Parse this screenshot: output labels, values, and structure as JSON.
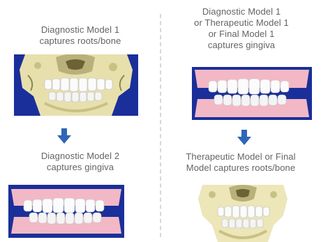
{
  "left": {
    "top_caption": "Diagnostic Model  1\ncaptures roots/bone",
    "bottom_caption": "Diagnostic Model  2\ncaptures gingiva",
    "top_image": "skull-with-teeth-image",
    "bottom_image": "gingiva-dentition-image"
  },
  "right": {
    "top_caption": "Diagnostic Model  1\nor Therapeutic Model 1\nor Final Model  1\ncaptures gingiva",
    "bottom_caption": "Therapeutic Model or Final\nModel captures roots/bone",
    "top_image": "gingiva-dentition-image",
    "bottom_image": "skull-with-teeth-image"
  },
  "icons": {
    "arrow": "down-arrow-icon"
  },
  "colors": {
    "caption_text": "#646464",
    "arrow_fill": "#2f66b7",
    "image_background": "#1a2f9a",
    "bone": "#ece6b8",
    "gingiva": "#f2b8c6",
    "tooth": "#fbfbfb",
    "divider": "#d7d7d7"
  }
}
